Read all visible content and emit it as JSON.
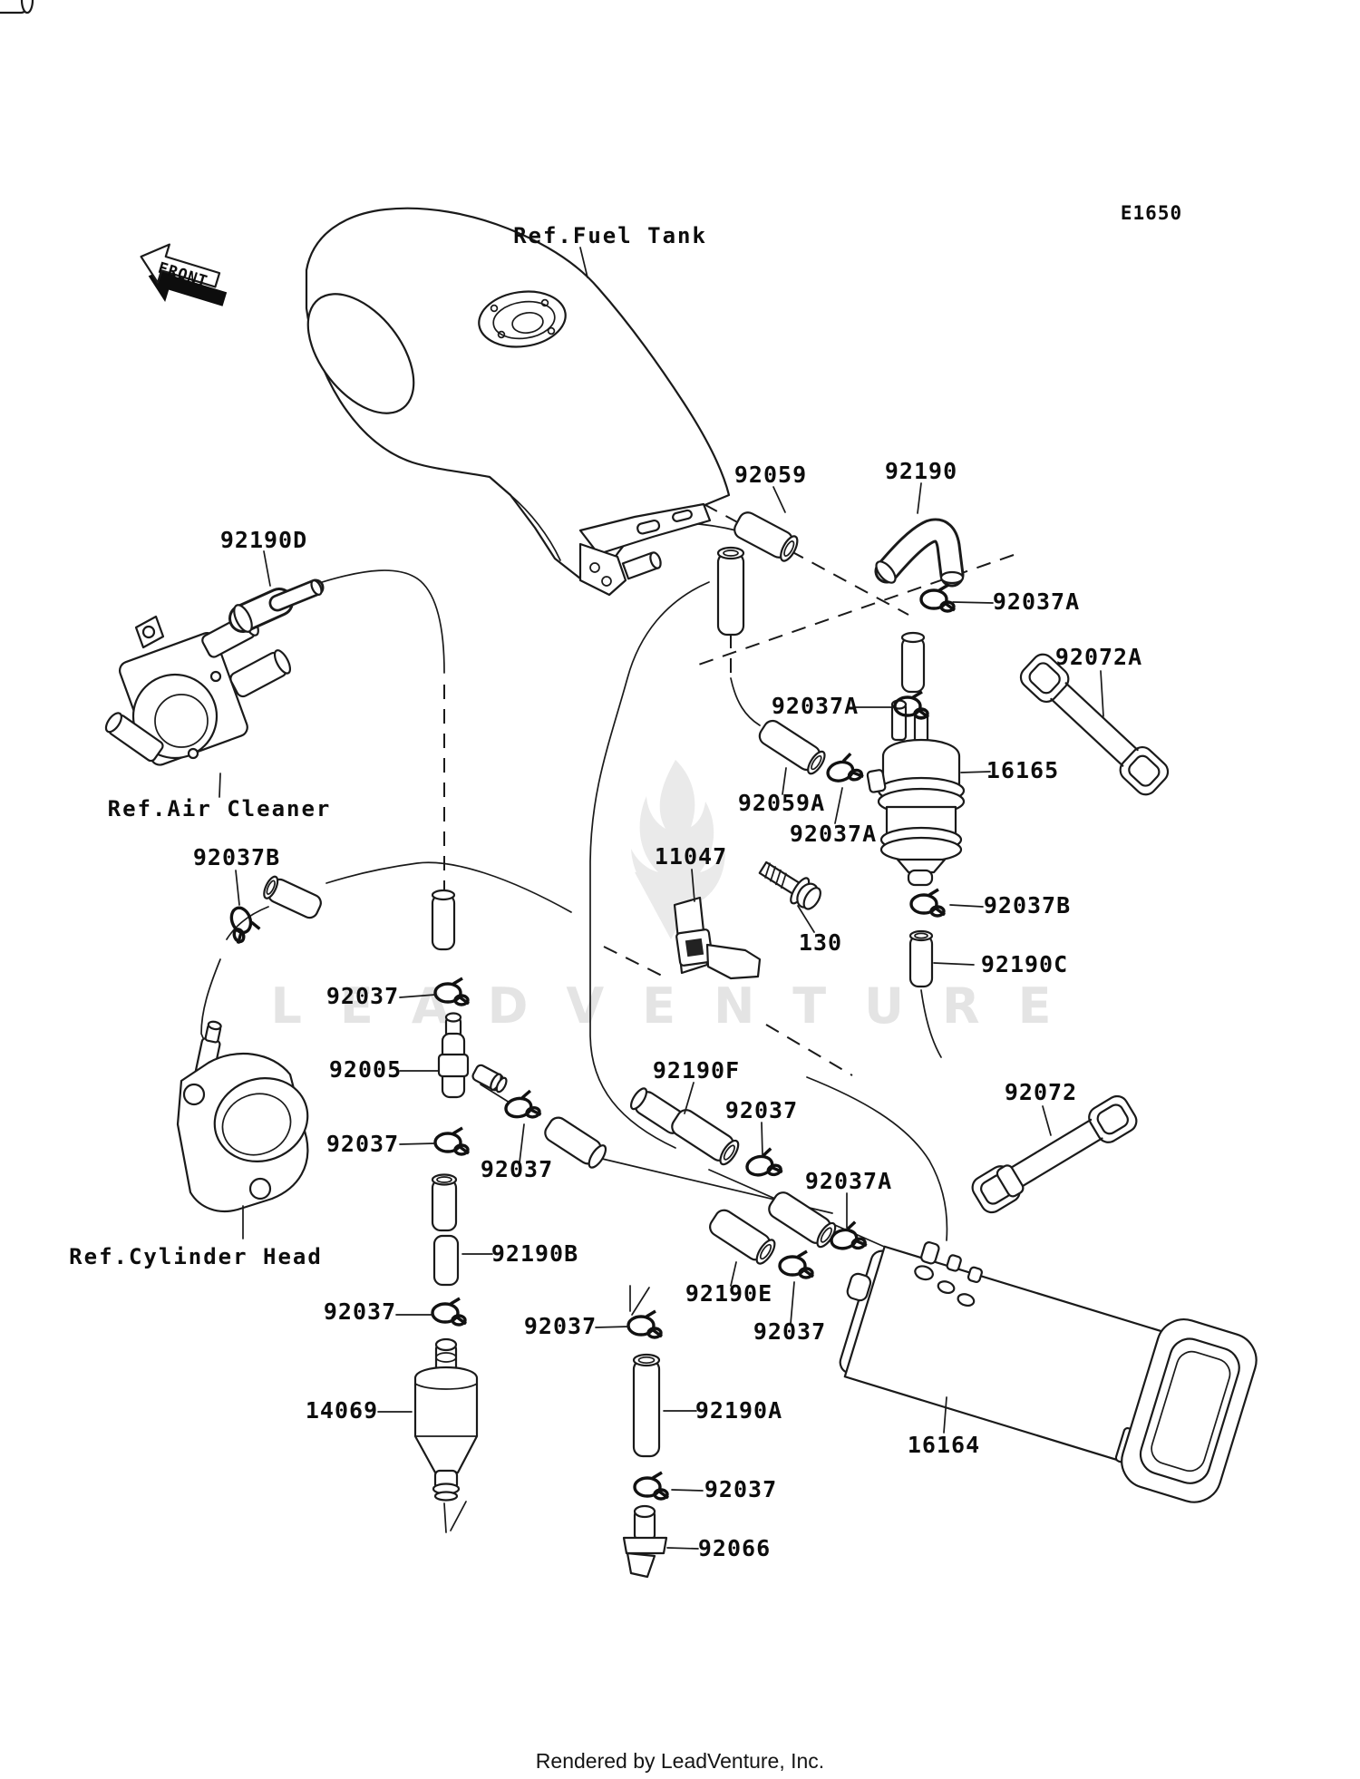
{
  "page": {
    "diagram_code": "E1650",
    "front_arrow": "FRONT",
    "watermark": "LEADVENTURE",
    "footer": "Rendered by LeadVenture, Inc."
  },
  "refs": {
    "fuel_tank": "Ref.Fuel Tank",
    "air_cleaner": "Ref.Air Cleaner",
    "cylinder_head": "Ref.Cylinder Head"
  },
  "colors": {
    "background": "#ffffff",
    "line": "#1a1a1a",
    "watermark": "#e4e4e4"
  },
  "part_labels": [
    {
      "text": "92059"
    },
    {
      "text": "92190"
    },
    {
      "text": "92190D"
    },
    {
      "text": "92037A"
    },
    {
      "text": "92072A"
    },
    {
      "text": "92037A"
    },
    {
      "text": "16165"
    },
    {
      "text": "92059A"
    },
    {
      "text": "92037A"
    },
    {
      "text": "92037B"
    },
    {
      "text": "11047"
    },
    {
      "text": "130"
    },
    {
      "text": "92037B"
    },
    {
      "text": "92190C"
    },
    {
      "text": "92037"
    },
    {
      "text": "92005"
    },
    {
      "text": "92190F"
    },
    {
      "text": "92037"
    },
    {
      "text": "92072"
    },
    {
      "text": "92037"
    },
    {
      "text": "92037"
    },
    {
      "text": "92037A"
    },
    {
      "text": "92190B"
    },
    {
      "text": "92190E"
    },
    {
      "text": "92037"
    },
    {
      "text": "92037"
    },
    {
      "text": "92037"
    },
    {
      "text": "14069"
    },
    {
      "text": "92190A"
    },
    {
      "text": "16164"
    },
    {
      "text": "92037"
    },
    {
      "text": "92066"
    }
  ]
}
